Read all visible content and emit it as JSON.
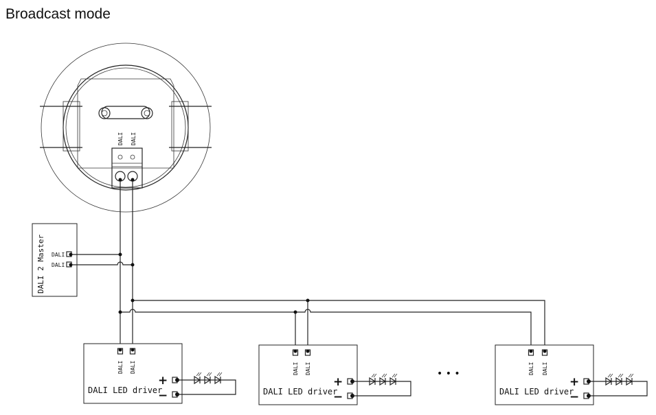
{
  "title": "Broadcast mode",
  "sensor": {
    "terminal_labels": [
      "DALI",
      "DALI"
    ]
  },
  "master": {
    "label": "DALI 2 Master",
    "terminals": [
      "DALI",
      "DALI"
    ]
  },
  "drivers": [
    {
      "label": "DALI LED driver",
      "terminals": [
        "DALI",
        "DALI"
      ],
      "plus": "+",
      "minus": "−"
    },
    {
      "label": "DALI LED driver",
      "terminals": [
        "DALI",
        "DALI"
      ],
      "plus": "+",
      "minus": "−"
    },
    {
      "label": "DALI LED driver",
      "terminals": [
        "DALI",
        "DALI"
      ],
      "plus": "+",
      "minus": "−"
    }
  ],
  "ellipsis": "• • •"
}
